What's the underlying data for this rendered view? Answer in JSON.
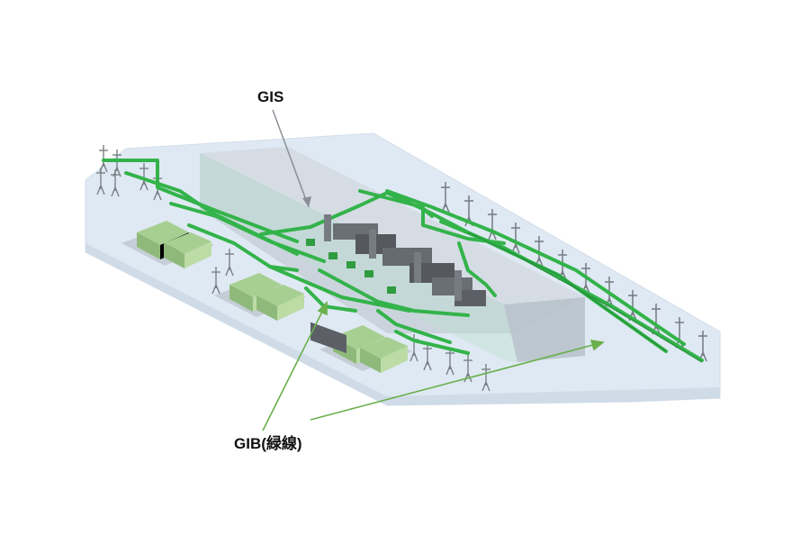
{
  "labels": {
    "gis": "GIS",
    "gib": "GIB(緑線)"
  },
  "colors": {
    "gib_green": "#33b34a",
    "gib_dark": "#1e8a34",
    "platform": "#dde8f2",
    "building": "#c9d2da",
    "equipment": "#5c6066",
    "transformer": "#a9cc93",
    "arrow_gis": "#8a8f96",
    "arrow_gib": "#6ab04c",
    "pole": "#7b8086"
  },
  "diagram": {
    "type": "substation-3d-illustration",
    "components": [
      "gis-equipment",
      "gib-lines",
      "transformers",
      "line-towers",
      "building"
    ]
  }
}
